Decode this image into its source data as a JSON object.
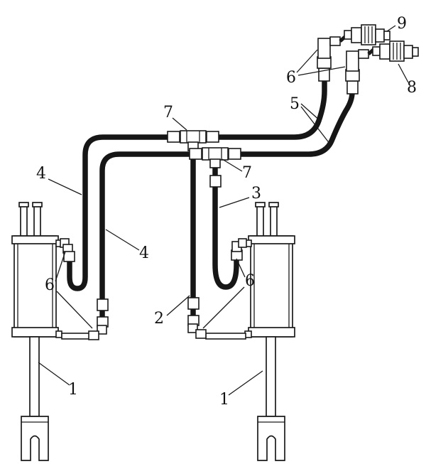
{
  "colors": {
    "ink": "#1a1a1a",
    "hose": "#161616",
    "background": "#ffffff"
  },
  "callouts": [
    {
      "label": "9"
    },
    {
      "label": "8"
    },
    {
      "label": "6"
    },
    {
      "label": "5"
    },
    {
      "label": "7"
    },
    {
      "label": "7"
    },
    {
      "label": "4"
    },
    {
      "label": "4"
    },
    {
      "label": "3"
    },
    {
      "label": "6"
    },
    {
      "label": "2"
    },
    {
      "label": "6"
    },
    {
      "label": "1"
    },
    {
      "label": "1"
    }
  ]
}
